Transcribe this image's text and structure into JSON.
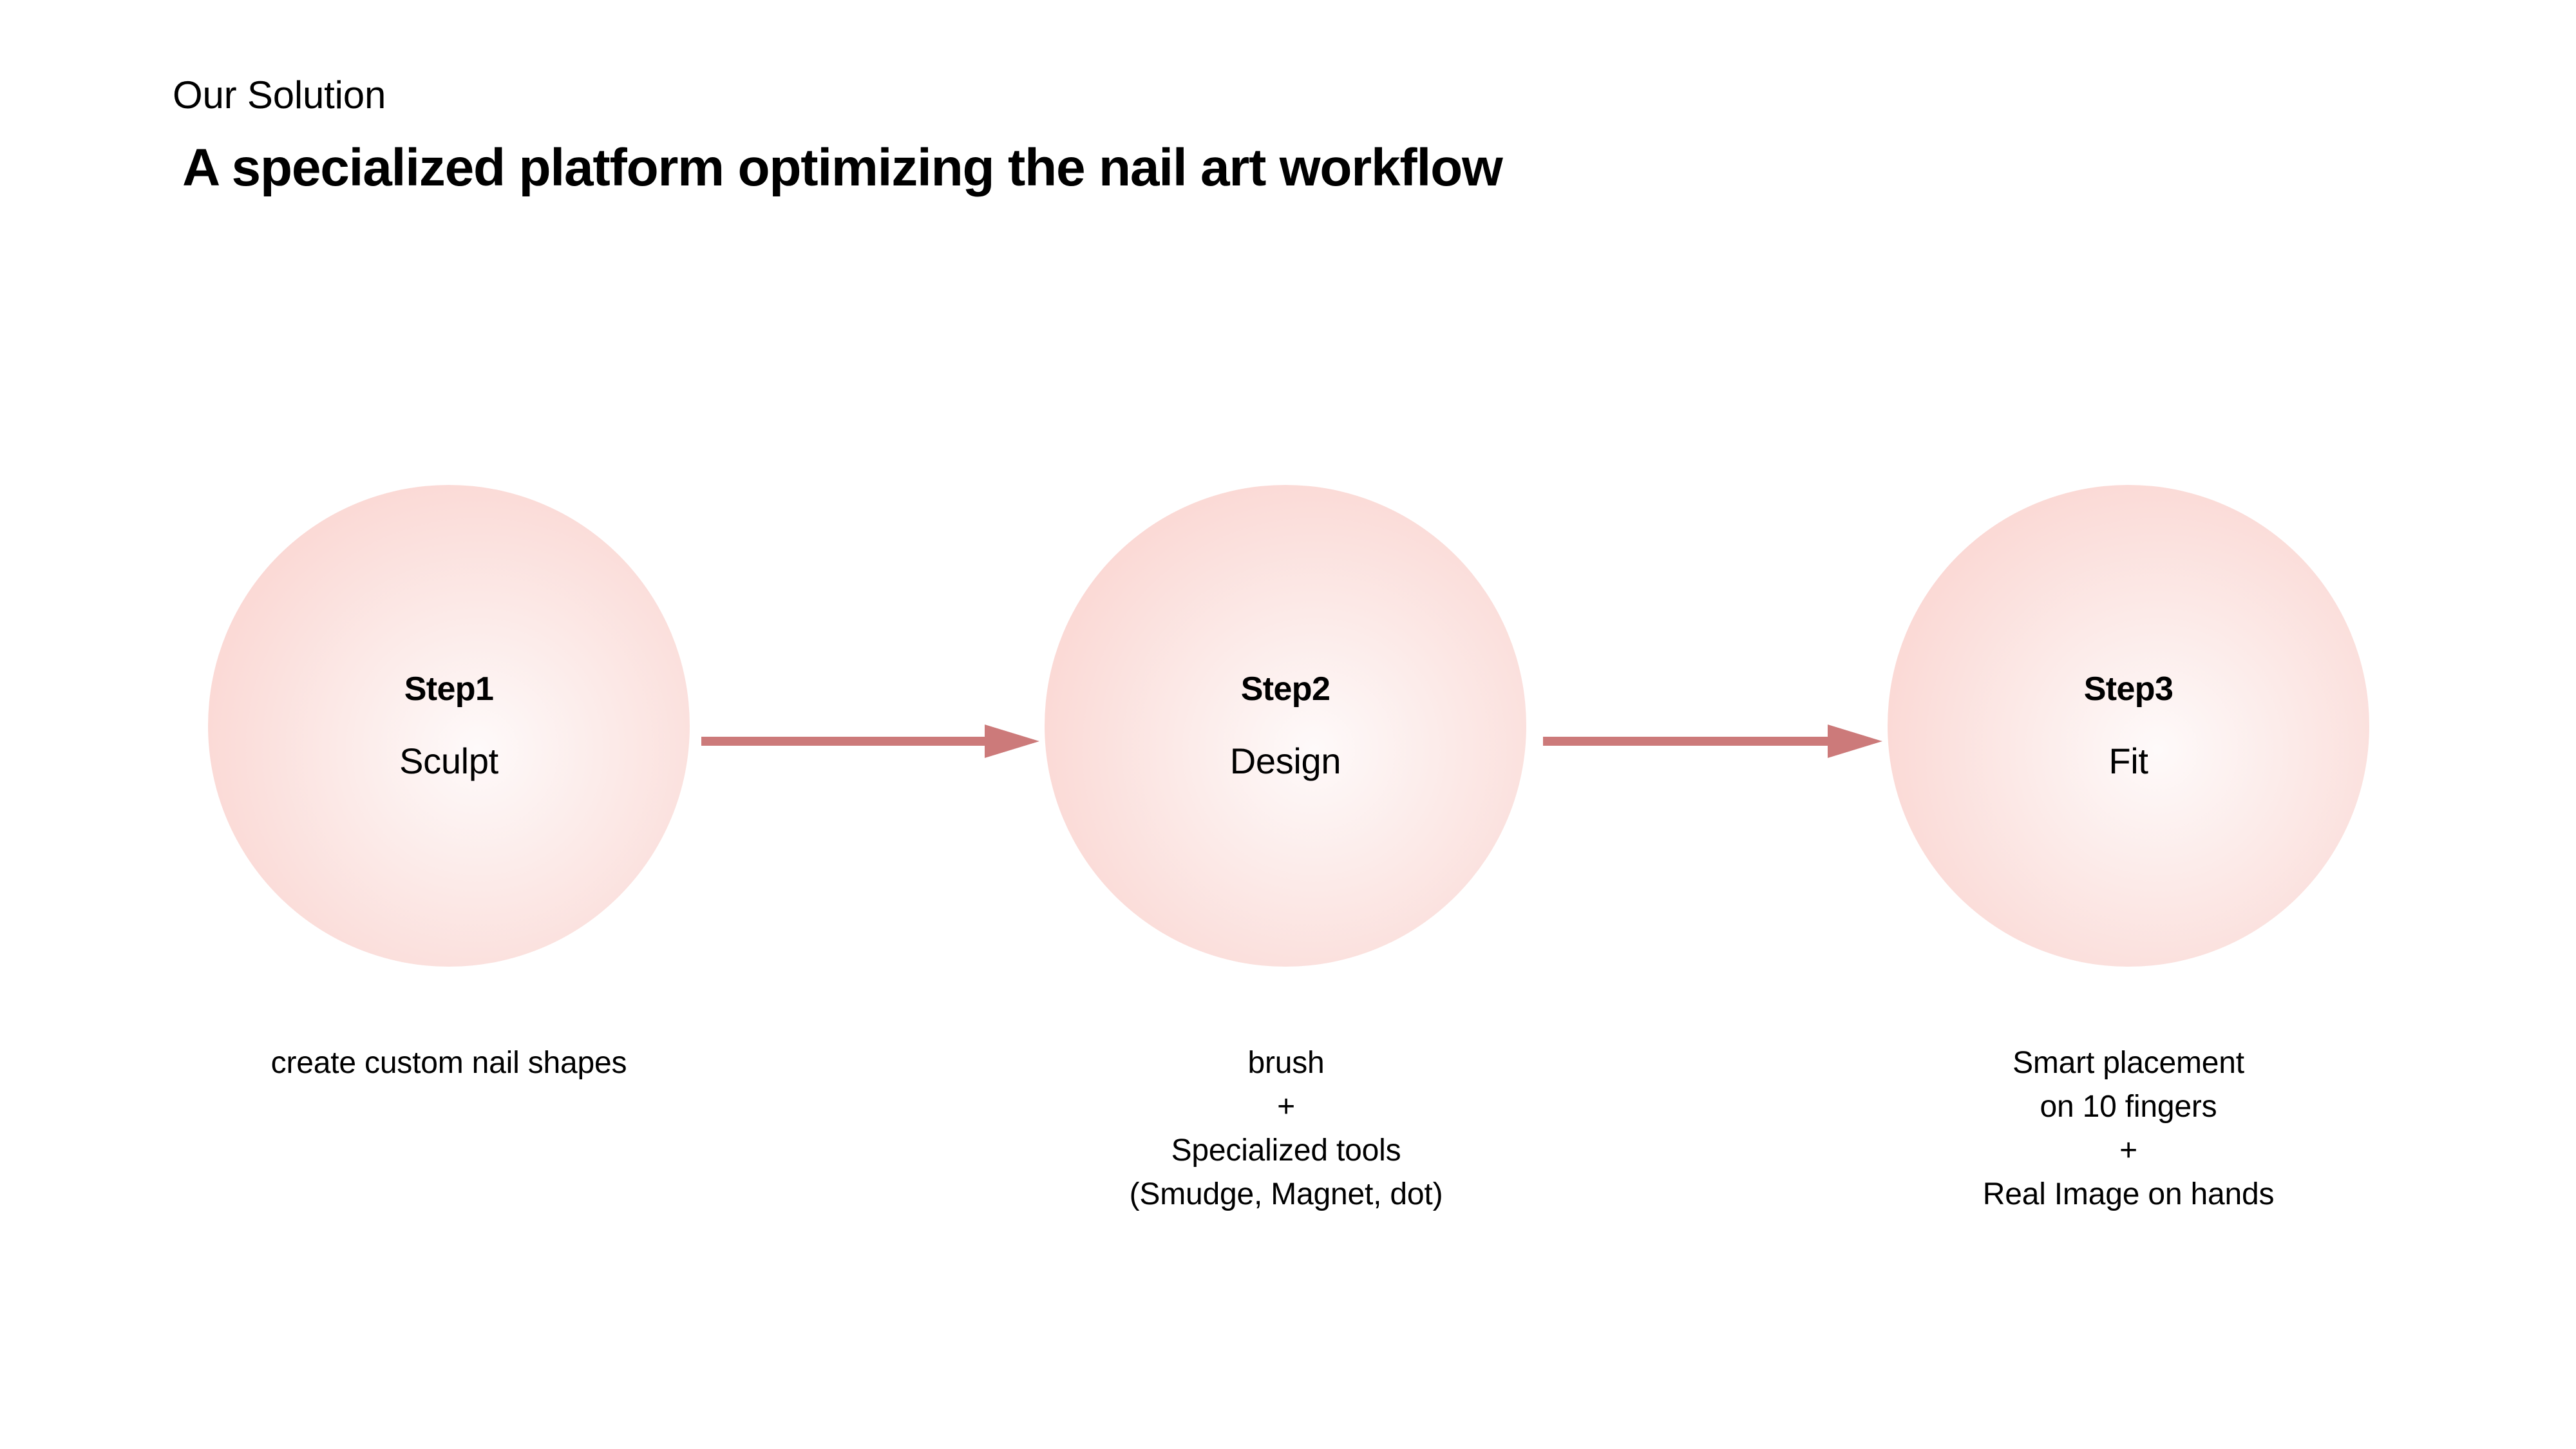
{
  "header": {
    "eyebrow": "Our Solution",
    "headline": "A specialized platform optimizing the nail art workflow"
  },
  "colors": {
    "background": "#ffffff",
    "bubble_edge": "#fbd4d0",
    "bubble_center": "#fefafa",
    "arrow": "#cc7a7a",
    "text": "#000000"
  },
  "flow": {
    "steps": [
      {
        "title": "Step1",
        "word": "Sculpt",
        "caption": "create custom nail shapes"
      },
      {
        "title": "Step2",
        "word": "Design",
        "caption": "brush\n+\nSpecialized tools\n(Smudge, Magnet, dot)"
      },
      {
        "title": "Step3",
        "word": "Fit",
        "caption": "Smart placement\non 10 fingers\n+\nReal Image on hands"
      }
    ],
    "connectors": [
      {
        "name": "arrow-step1-to-step2"
      },
      {
        "name": "arrow-step2-to-step3"
      }
    ]
  }
}
